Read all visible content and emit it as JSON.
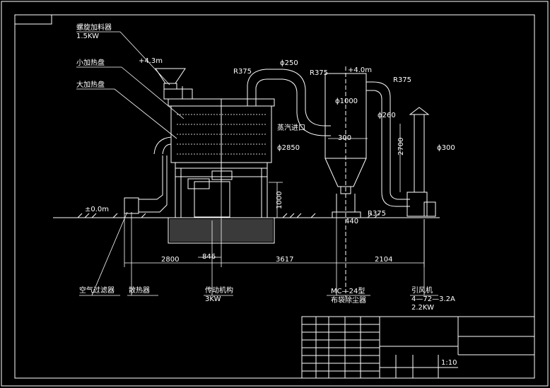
{
  "labels": {
    "screw_feeder": "螺旋加料器",
    "screw_feeder_power": "1.5KW",
    "small_tray": "小加热盘",
    "large_tray": "大加热盘",
    "air_filter": "空气过滤器",
    "radiator": "散热器",
    "drive": "传动机构",
    "drive_power": "3KW",
    "dust_collector_model": "MC—24型",
    "dust_collector": "布袋除尘器",
    "fan": "引风机",
    "fan_model": "4—72—3.2A",
    "fan_power": "2.2KW",
    "steam_inlet": "蒸汽进口"
  },
  "dimensions": {
    "elev_top": "+4.3m",
    "elev_zero": "±0.0m",
    "elev_collector": "+4.0m",
    "r375_a": "R375",
    "r375_b": "R375",
    "r375_c": "R375",
    "r375_d": "R375",
    "phi250": "ϕ250",
    "phi1000": "ϕ1000",
    "phi260": "ϕ260",
    "phi300": "ϕ300",
    "phi2850": "ϕ2850",
    "d300": "300",
    "d2700": "2700",
    "d1000": "1000",
    "d846": "846",
    "d440": "440",
    "d2800": "2800",
    "d3617": "3617",
    "d2104": "2104"
  },
  "title_block": {
    "scale": "1:10"
  }
}
